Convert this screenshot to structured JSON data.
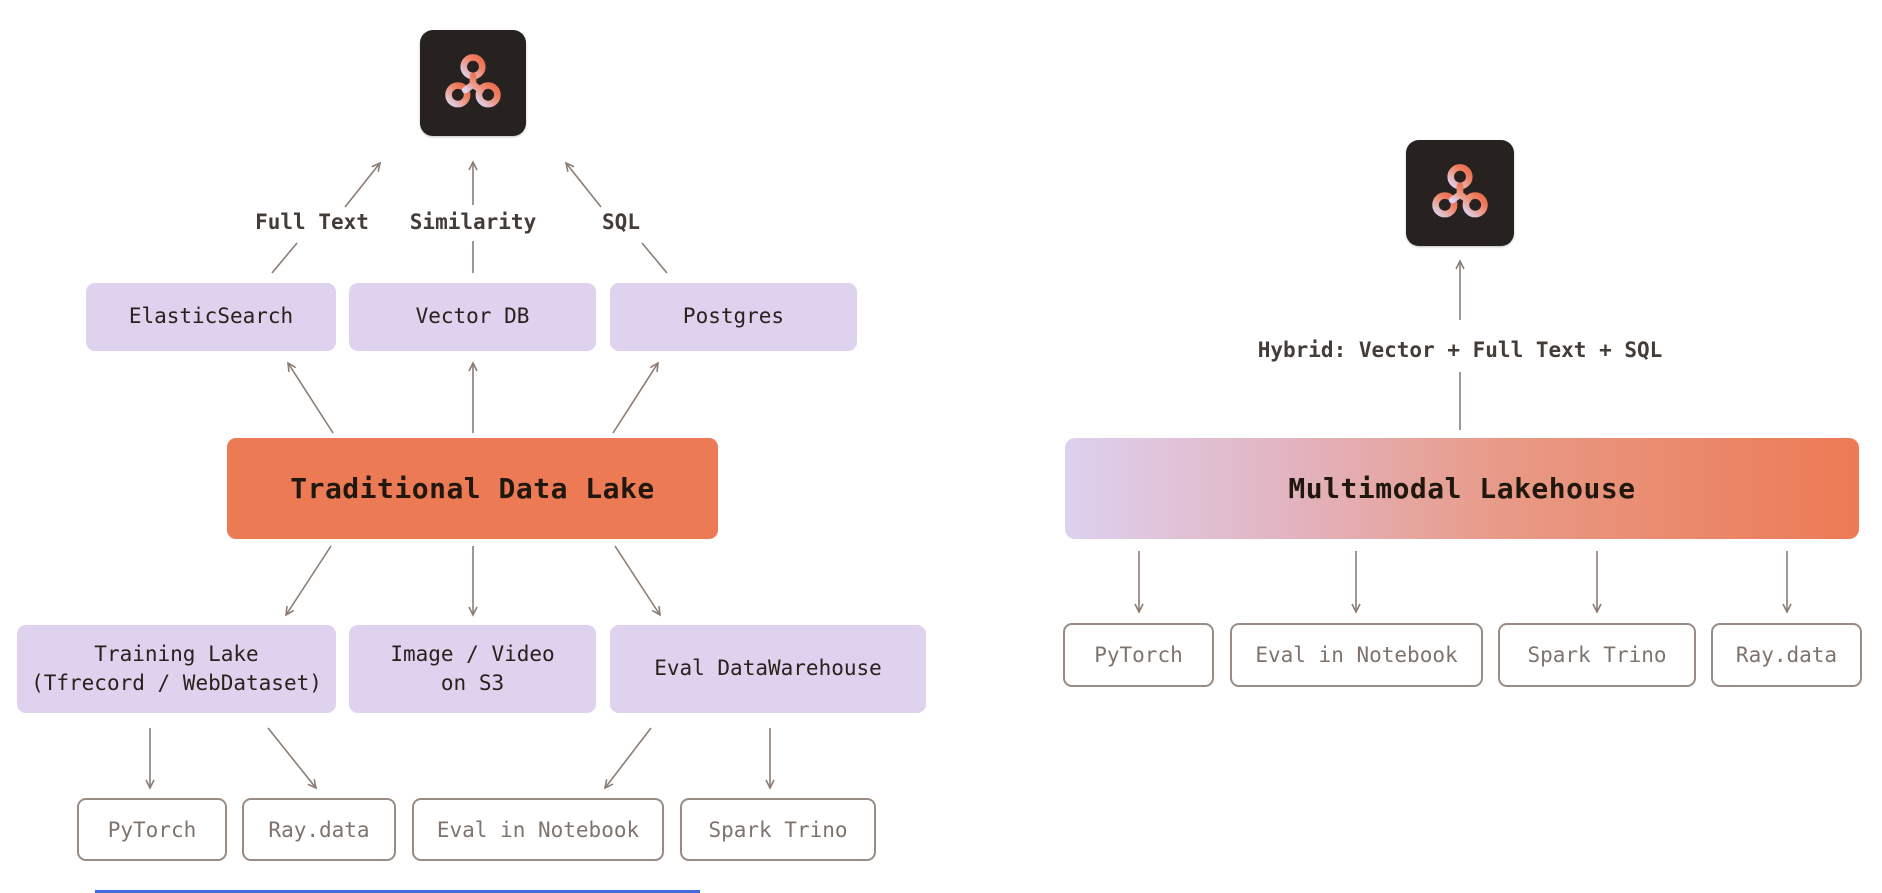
{
  "left": {
    "icon_name": "lancedb-logo-icon",
    "query_labels": {
      "full_text": "Full Text",
      "similarity": "Similarity",
      "sql": "SQL"
    },
    "engines": [
      "ElasticSearch",
      "Vector DB",
      "Postgres"
    ],
    "title": "Traditional Data Lake",
    "stores": [
      "Training Lake\n(Tfrecord / WebDataset)",
      "Image / Video\non S3",
      "Eval DataWarehouse"
    ],
    "consumers": [
      "PyTorch",
      "Ray.data",
      "Eval in Notebook",
      "Spark Trino"
    ]
  },
  "right": {
    "icon_name": "lancedb-logo-icon",
    "title": "Multimodal Lakehouse",
    "query_label": "Hybrid: Vector + Full Text + SQL",
    "consumers": [
      "PyTorch",
      "Eval in Notebook",
      "Spark Trino",
      "Ray.data"
    ]
  },
  "colors": {
    "accent_orange": "#ec7a54",
    "lavender": "#ded2ee",
    "gradient_left": "#ddd1ef",
    "arrow": "#8b7d74",
    "icon_background": "#272120",
    "plain_border": "#998c84",
    "plain_text": "#7f736c"
  }
}
